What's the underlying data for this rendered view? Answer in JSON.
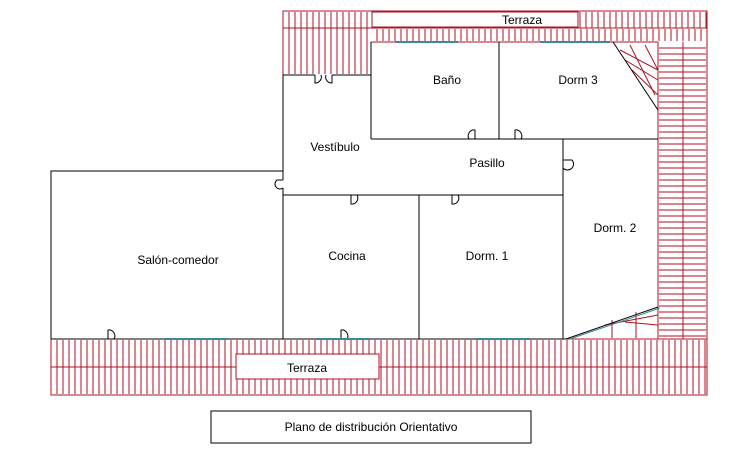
{
  "title": "Plano de distribución Orientativo",
  "rooms": {
    "salon": "Salón-comedor",
    "cocina": "Cocina",
    "dorm1": "Dorm. 1",
    "dorm2": "Dorm. 2",
    "dorm3": "Dorm 3",
    "bano": "Baño",
    "vestibulo": "Vestíbulo",
    "pasillo": "Pasillo"
  },
  "terraces": {
    "top": "Terraza",
    "bottom": "Terraza"
  },
  "colors": {
    "walls": "#000000",
    "terrace_hatch": "#b01020",
    "windows": "#3a8a96"
  }
}
